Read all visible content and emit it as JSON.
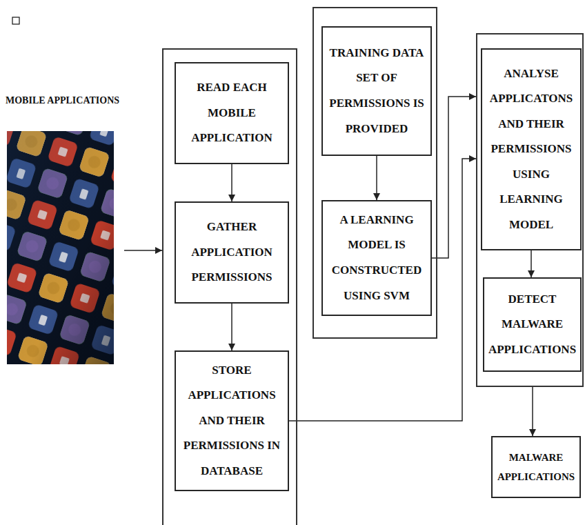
{
  "diagram": {
    "nodes": [
      {
        "text": [
          "MOBILE APPLICATIONS"
        ]
      },
      {},
      {
        "text": [
          "READ EACH MOBILE APPLICATION"
        ],
        "in": 1
      },
      {
        "text": [
          "GATHER APPLICATION PERMISSIONS"
        ],
        "in": 1
      },
      {
        "text": [
          "STORE APPLICATIONS AND THEIR PERMISSIONS IN DATABASE"
        ],
        "in": 1
      },
      {},
      {
        "text": [
          "TRAINING DATA SET OF PERMISSIONS IS PROVIDED"
        ],
        "in": 5
      },
      {
        "text": [
          "A LEARNING MODEL IS CONSTRUCTED USING SVM"
        ],
        "in": 5
      },
      {},
      {
        "text": [
          "ANALYSE APPLICATONS AND THEIR PERMISSIONS USING LEARNING MODEL"
        ],
        "in": 8
      },
      {
        "text": [
          "DETECT MALWARE APPLICATIONS"
        ],
        "in": 8
      },
      {
        "text": [
          "MALWARE APPLICATIONS"
        ]
      }
    ],
    "edges": [
      {
        "from": 0,
        "to": 1,
        "arrow": "to"
      },
      {
        "from": 2,
        "to": 3,
        "arrow": "to"
      },
      {
        "from": 3,
        "to": 4,
        "arrow": "to"
      },
      {
        "from": 6,
        "to": 7,
        "arrow": "to"
      },
      {
        "from": 7,
        "to": 8,
        "arrow": "to"
      },
      {
        "from": 4,
        "to": 8,
        "arrow": "to"
      },
      {
        "from": 9,
        "to": 10,
        "arrow": "to"
      },
      {
        "from": 8,
        "to": 11,
        "arrow": "to"
      }
    ]
  }
}
